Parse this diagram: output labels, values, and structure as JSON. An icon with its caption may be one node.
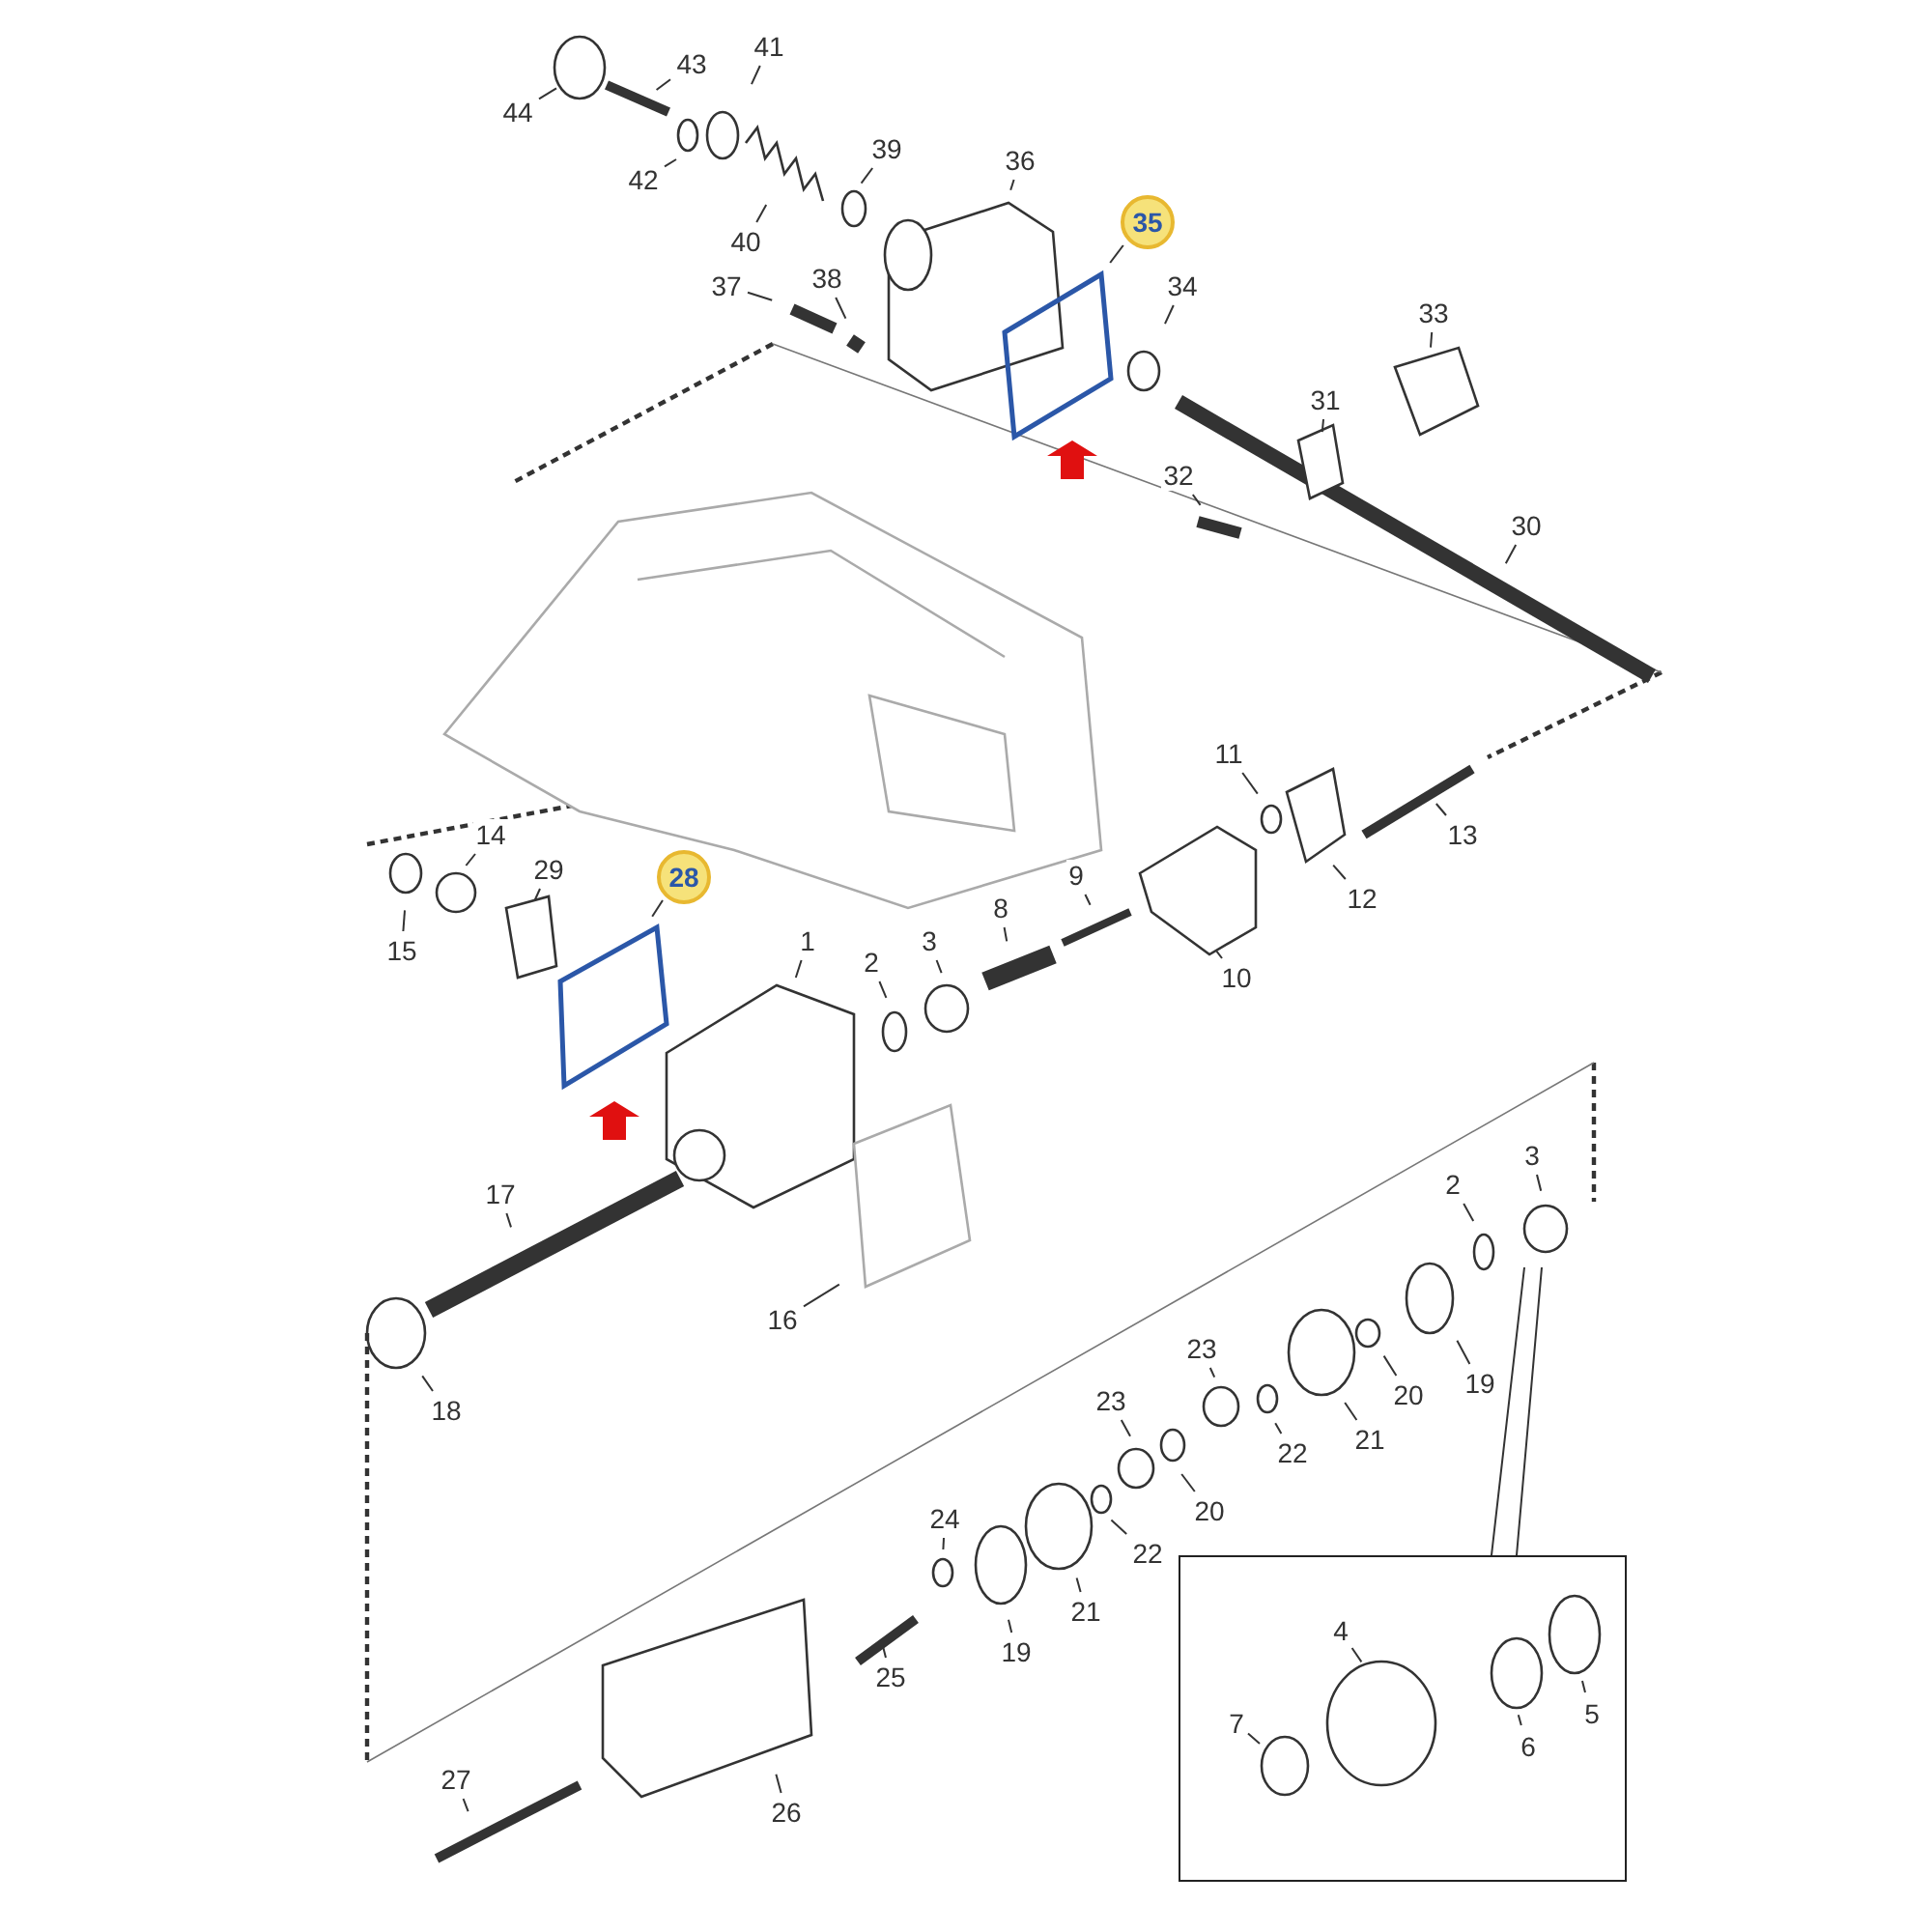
{
  "diagram": {
    "nodes": [
      {
        "text": [
          "44"
        ]
      },
      {
        "text": [
          "43"
        ]
      },
      {
        "text": [
          "41"
        ]
      },
      {
        "text": [
          "42"
        ]
      },
      {
        "text": [
          "40"
        ]
      },
      {
        "text": [
          "39"
        ]
      },
      {
        "text": [
          "36"
        ]
      },
      {
        "text": [
          "35"
        ]
      },
      {
        "text": [
          "37"
        ]
      },
      {
        "text": [
          "38"
        ]
      },
      {
        "text": [
          "34"
        ]
      },
      {
        "text": [
          "33"
        ]
      },
      {
        "text": [
          "31"
        ]
      },
      {
        "text": [
          "32"
        ]
      },
      {
        "text": [
          "30"
        ]
      },
      {
        "text": [
          "11"
        ]
      },
      {
        "text": [
          "13"
        ]
      },
      {
        "text": [
          "12"
        ]
      },
      {
        "text": [
          "14"
        ]
      },
      {
        "text": [
          "29"
        ]
      },
      {
        "text": [
          "28"
        ]
      },
      {
        "text": [
          "15"
        ]
      },
      {
        "text": [
          "1"
        ]
      },
      {
        "text": [
          "2"
        ]
      },
      {
        "text": [
          "3"
        ]
      },
      {
        "text": [
          "8"
        ]
      },
      {
        "text": [
          "9"
        ]
      },
      {
        "text": [
          "10"
        ]
      },
      {
        "text": [
          "17"
        ]
      },
      {
        "text": [
          "16"
        ]
      },
      {
        "text": [
          "18"
        ]
      },
      {
        "text": [
          "2"
        ]
      },
      {
        "text": [
          "3"
        ]
      },
      {
        "text": [
          "19"
        ]
      },
      {
        "text": [
          "20"
        ]
      },
      {
        "text": [
          "21"
        ]
      },
      {
        "text": [
          "22"
        ]
      },
      {
        "text": [
          "23"
        ]
      },
      {
        "text": [
          "23"
        ]
      },
      {
        "text": [
          "20"
        ]
      },
      {
        "text": [
          "22"
        ]
      },
      {
        "text": [
          "21"
        ]
      },
      {
        "text": [
          "24"
        ]
      },
      {
        "text": [
          "19"
        ]
      },
      {
        "text": [
          "25"
        ]
      },
      {
        "text": [
          "26"
        ]
      },
      {
        "text": [
          "27"
        ]
      },
      {
        "text": [],
        "shape": "box"
      },
      {
        "text": [
          "4"
        ],
        "in": 47
      },
      {
        "text": [
          "7"
        ],
        "in": 47
      },
      {
        "text": [
          "6"
        ],
        "in": 47
      },
      {
        "text": [
          "5"
        ],
        "in": 47
      }
    ],
    "edges": [
      {
        "from": 0,
        "to": null,
        "arrow": "none"
      },
      {
        "from": 1,
        "to": null,
        "arrow": "none"
      },
      {
        "from": 2,
        "to": null,
        "arrow": "none"
      },
      {
        "from": 3,
        "to": null,
        "arrow": "none"
      },
      {
        "from": 4,
        "to": null,
        "arrow": "none"
      },
      {
        "from": 5,
        "to": null,
        "arrow": "none"
      },
      {
        "from": 6,
        "to": null,
        "arrow": "none"
      },
      {
        "from": 7,
        "to": null,
        "arrow": "none"
      },
      {
        "from": 8,
        "to": null,
        "arrow": "none"
      },
      {
        "from": 9,
        "to": null,
        "arrow": "none"
      },
      {
        "from": 10,
        "to": null,
        "arrow": "none"
      },
      {
        "from": 11,
        "to": null,
        "arrow": "none"
      },
      {
        "from": 12,
        "to": null,
        "arrow": "none"
      },
      {
        "from": 13,
        "to": null,
        "arrow": "none"
      },
      {
        "from": 14,
        "to": null,
        "arrow": "none"
      },
      {
        "from": 15,
        "to": null,
        "arrow": "none"
      },
      {
        "from": 16,
        "to": null,
        "arrow": "none"
      },
      {
        "from": 17,
        "to": null,
        "arrow": "none"
      },
      {
        "from": 18,
        "to": null,
        "arrow": "none"
      },
      {
        "from": 19,
        "to": null,
        "arrow": "none"
      },
      {
        "from": 20,
        "to": null,
        "arrow": "none"
      },
      {
        "from": 21,
        "to": null,
        "arrow": "none"
      },
      {
        "from": 22,
        "to": null,
        "arrow": "none"
      },
      {
        "from": 23,
        "to": null,
        "arrow": "none"
      },
      {
        "from": 24,
        "to": null,
        "arrow": "none"
      },
      {
        "from": 25,
        "to": null,
        "arrow": "none"
      },
      {
        "from": 26,
        "to": null,
        "arrow": "none"
      },
      {
        "from": 27,
        "to": null,
        "arrow": "none"
      },
      {
        "from": 28,
        "to": null,
        "arrow": "none"
      },
      {
        "from": 29,
        "to": null,
        "arrow": "none"
      },
      {
        "from": 30,
        "to": null,
        "arrow": "none"
      },
      {
        "from": 31,
        "to": null,
        "arrow": "none"
      },
      {
        "from": 32,
        "to": null,
        "arrow": "none"
      },
      {
        "from": 33,
        "to": null,
        "arrow": "none"
      },
      {
        "from": 34,
        "to": null,
        "arrow": "none"
      },
      {
        "from": 35,
        "to": null,
        "arrow": "none"
      },
      {
        "from": 36,
        "to": null,
        "arrow": "none"
      },
      {
        "from": 37,
        "to": null,
        "arrow": "none"
      },
      {
        "from": 38,
        "to": null,
        "arrow": "none"
      },
      {
        "from": 39,
        "to": null,
        "arrow": "none"
      },
      {
        "from": 40,
        "to": null,
        "arrow": "none"
      },
      {
        "from": 41,
        "to": null,
        "arrow": "none"
      },
      {
        "from": 42,
        "to": null,
        "arrow": "none"
      },
      {
        "from": 43,
        "to": null,
        "arrow": "none"
      },
      {
        "from": 44,
        "to": null,
        "arrow": "none"
      },
      {
        "from": 45,
        "to": null,
        "arrow": "none"
      },
      {
        "from": 46,
        "to": null,
        "arrow": "none"
      },
      {
        "from": null,
        "to": 47,
        "arrow": "none"
      },
      {
        "from": 48,
        "to": null,
        "arrow": "none"
      },
      {
        "from": 49,
        "to": null,
        "arrow": "none"
      },
      {
        "from": 50,
        "to": null,
        "arrow": "none"
      },
      {
        "from": 51,
        "to": null,
        "arrow": "none"
      }
    ]
  }
}
